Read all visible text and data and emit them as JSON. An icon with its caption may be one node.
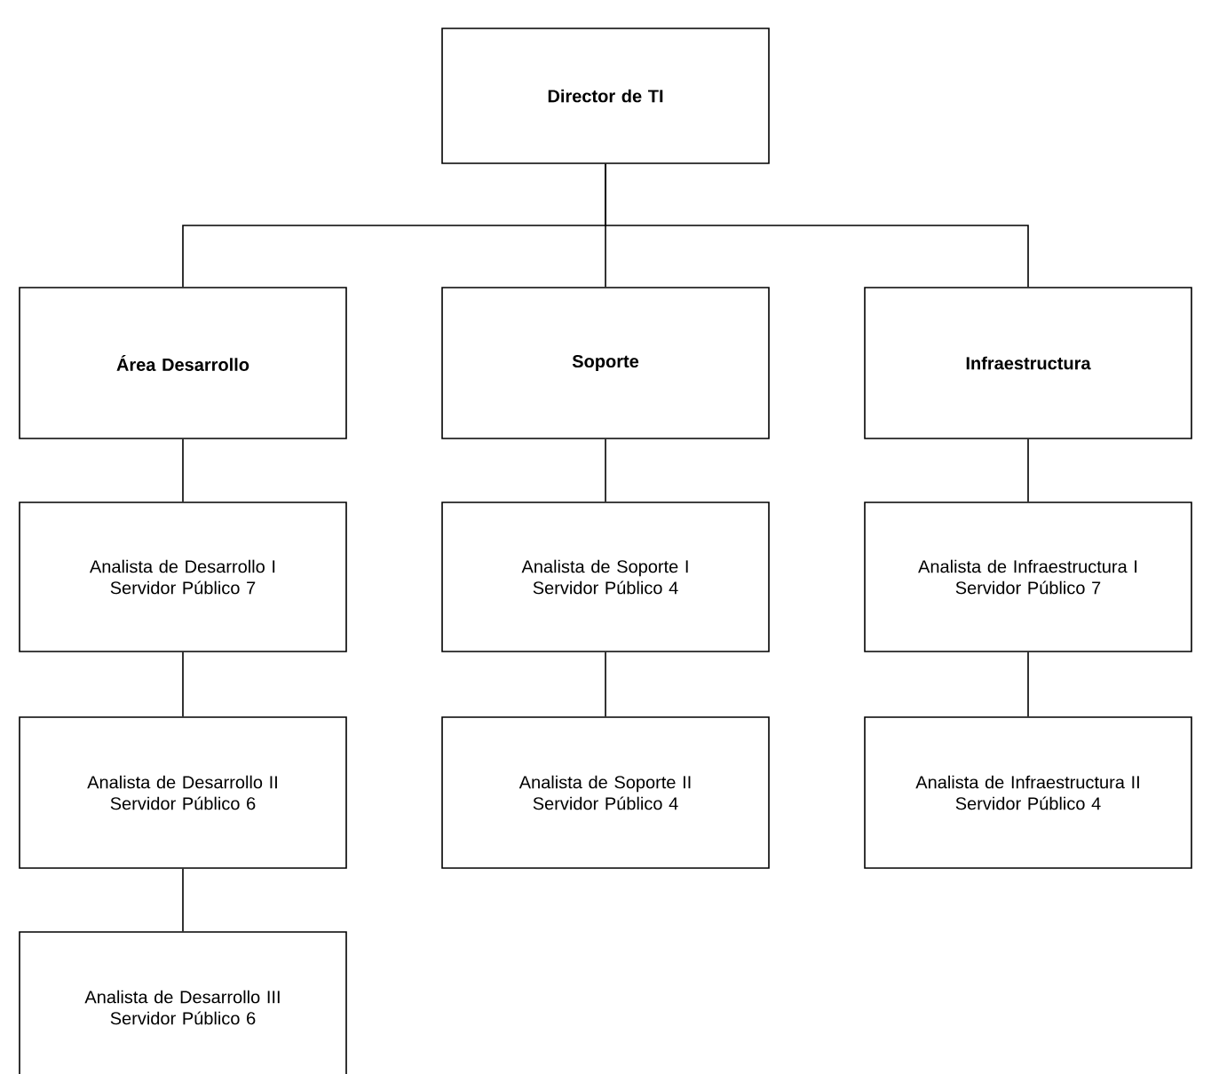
{
  "diagram": {
    "nodes": [
      {
        "text": [
          "Director de TI"
        ]
      },
      {
        "text": [
          "Área Desarrollo"
        ]
      },
      {
        "text": [
          "Soporte"
        ]
      },
      {
        "text": [
          "Infraestructura"
        ]
      },
      {
        "text": [
          "Analista de Desarrollo I",
          "Servidor Público 7"
        ]
      },
      {
        "text": [
          "Analista de Soporte I",
          "Servidor Público 4"
        ]
      },
      {
        "text": [
          "Analista de Infraestructura I",
          "Servidor Público 7"
        ]
      },
      {
        "text": [
          "Analista de Desarrollo II",
          "Servidor Público 6"
        ]
      },
      {
        "text": [
          "Analista de Soporte II",
          "Servidor Público 4"
        ]
      },
      {
        "text": [
          "Analista de Infraestructura II",
          "Servidor Público 4"
        ]
      },
      {
        "text": [
          "Analista de Desarrollo III",
          "Servidor Público 6"
        ]
      }
    ],
    "edges": [
      {
        "from": 0,
        "to": 1,
        "arrow": "none"
      },
      {
        "from": 0,
        "to": 2,
        "arrow": "none"
      },
      {
        "from": 0,
        "to": 3,
        "arrow": "none"
      },
      {
        "from": 1,
        "to": 4,
        "arrow": "none"
      },
      {
        "from": 4,
        "to": 7,
        "arrow": "none"
      },
      {
        "from": 7,
        "to": 10,
        "arrow": "none"
      },
      {
        "from": 2,
        "to": 5,
        "arrow": "none"
      },
      {
        "from": 5,
        "to": 8,
        "arrow": "none"
      },
      {
        "from": 3,
        "to": 6,
        "arrow": "none"
      },
      {
        "from": 6,
        "to": 9,
        "arrow": "none"
      }
    ]
  }
}
